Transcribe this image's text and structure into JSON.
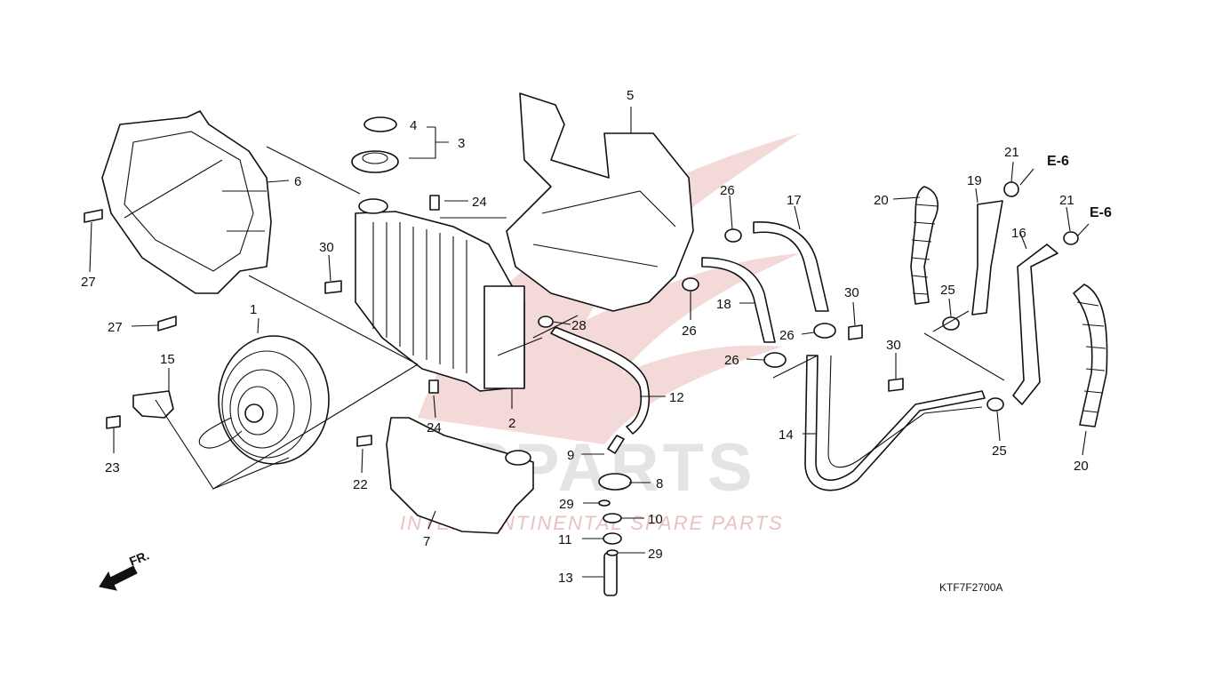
{
  "diagram": {
    "code": "KTF7F2700A",
    "front_label": "FR.",
    "refs": [
      "E-6",
      "E-6"
    ],
    "watermark": {
      "brand_text": "ICSPARTS",
      "tagline": "INTERCONTINENTAL SPARE PARTS"
    },
    "callouts": {
      "c1": "1",
      "c2": "2",
      "c3": "3",
      "c4": "4",
      "c5": "5",
      "c6": "6",
      "c7": "7",
      "c8": "8",
      "c9": "9",
      "c10": "10",
      "c11": "11",
      "c12": "12",
      "c13": "13",
      "c14": "14",
      "c15": "15",
      "c16": "16",
      "c17": "17",
      "c18": "18",
      "c19": "19",
      "c20a": "20",
      "c20b": "20",
      "c21a": "21",
      "c21b": "21",
      "c22": "22",
      "c23": "23",
      "c24a": "24",
      "c24b": "24",
      "c25a": "25",
      "c25b": "25",
      "c26a": "26",
      "c26b": "26",
      "c26c": "26",
      "c26d": "26",
      "c27a": "27",
      "c27b": "27",
      "c28": "28",
      "c29a": "29",
      "c29b": "29",
      "c30a": "30",
      "c30b": "30",
      "c30c": "30"
    }
  }
}
